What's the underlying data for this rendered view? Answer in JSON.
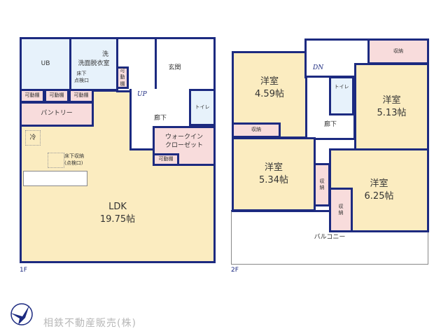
{
  "floor1": {
    "label": "1F",
    "rooms": {
      "ub": "UB",
      "washroom": "洗面脱衣室",
      "wash_mark": "洗",
      "under_floor_check": "床下\n点検口",
      "shelf": "可動棚",
      "shelf_v": "可\n動\n棚",
      "pantry": "パントリー",
      "fridge": "冷",
      "under_floor_storage": "床下収納\n(点検口)",
      "entrance": "玄関",
      "hallway": "廊下",
      "toilet": "トイレ",
      "wic": "ウォークイン\nクローゼット",
      "ldk": "LDK\n19.75帖",
      "up": "UP"
    }
  },
  "floor2": {
    "label": "2F",
    "rooms": {
      "room_a": "洋室\n4.59帖",
      "room_b": "洋室\n5.13帖",
      "room_c": "洋室\n5.34帖",
      "room_d": "洋室\n6.25帖",
      "storage": "収納",
      "storage_v": "収\n納",
      "toilet": "トイレ",
      "hallway": "廊下",
      "balcony": "バルコニー",
      "dn": "DN"
    }
  },
  "company": "相鉄不動産販売(株)",
  "colors": {
    "wall": "#1c2a80",
    "room": "#fbecc0",
    "storage": "#f8dcdc",
    "wet": "#e7f2fb"
  }
}
